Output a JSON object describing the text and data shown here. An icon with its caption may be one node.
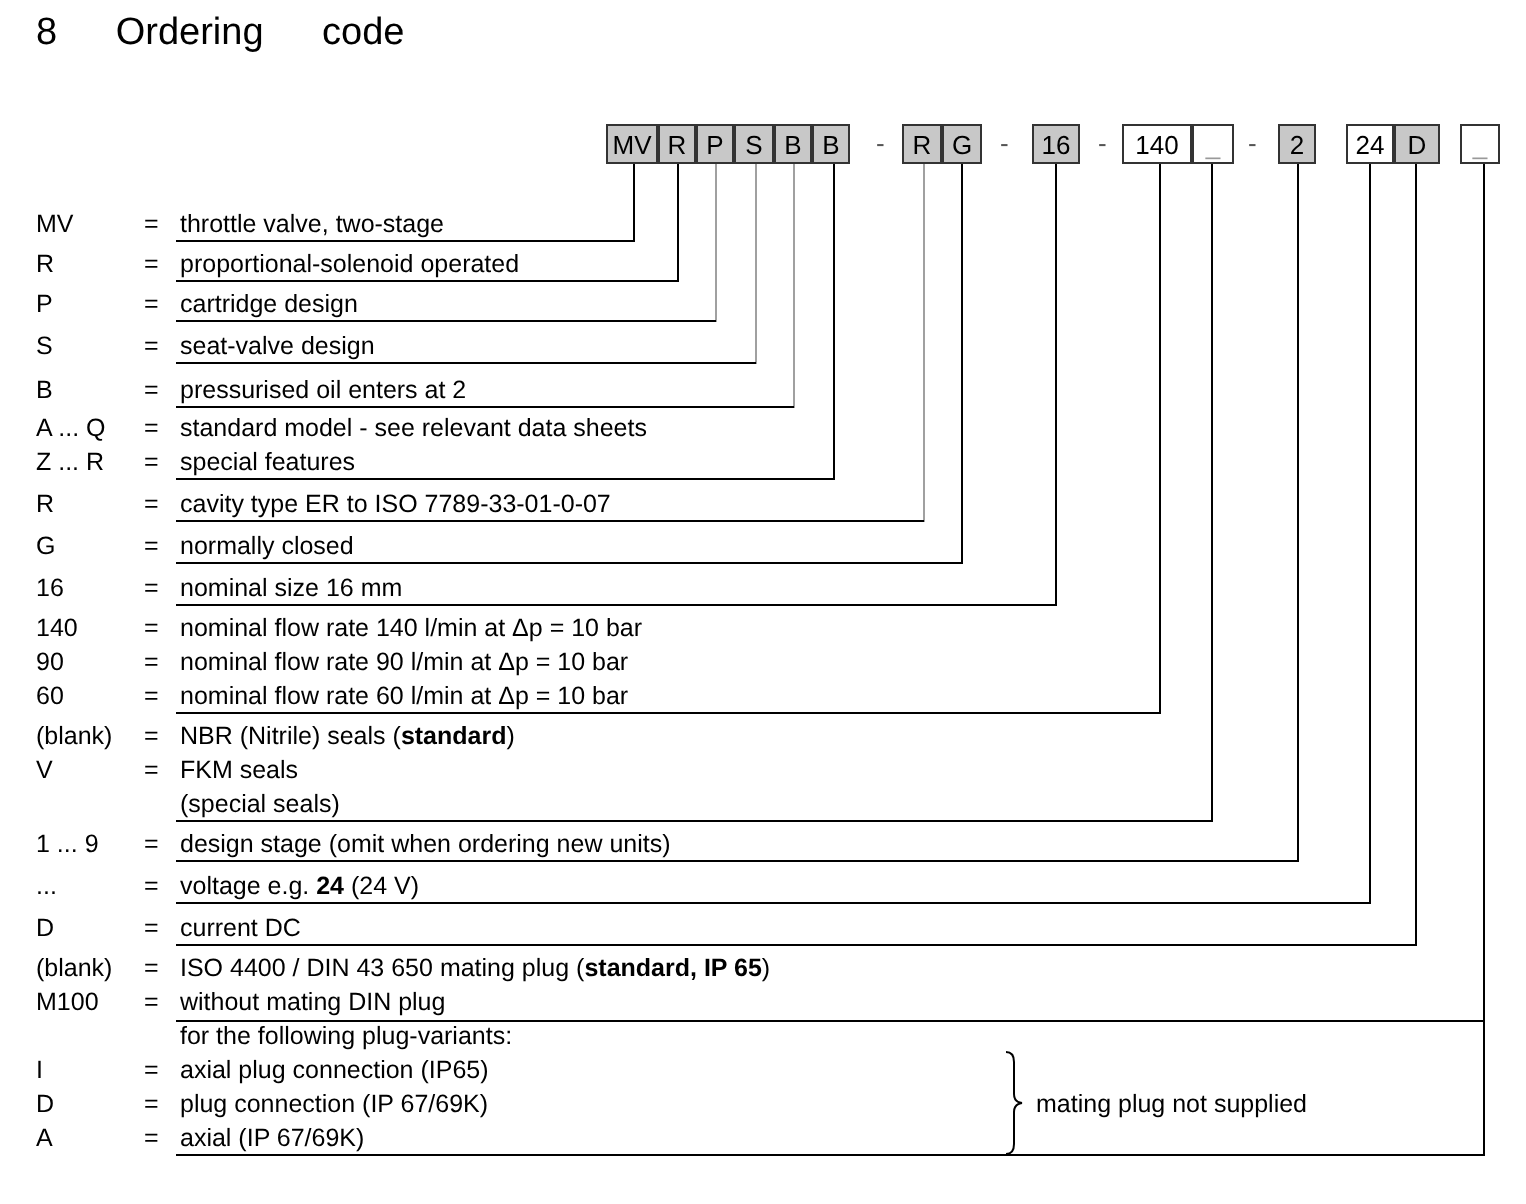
{
  "diagram": {
    "title": "8 Ordering code",
    "nodes": [
      {
        "text": [
          "MV"
        ]
      },
      {
        "text": [
          "R"
        ]
      },
      {
        "text": [
          "P"
        ]
      },
      {
        "text": [
          "S"
        ]
      },
      {
        "text": [
          "B"
        ]
      },
      {
        "text": [
          "B"
        ]
      },
      {
        "text": [
          "R"
        ]
      },
      {
        "text": [
          "G"
        ]
      },
      {
        "text": [
          "16"
        ]
      },
      {
        "text": [
          "140"
        ]
      },
      {
        "text": [
          "_"
        ]
      },
      {
        "text": [
          "2"
        ]
      },
      {
        "text": [
          "24"
        ]
      },
      {
        "text": [
          "D"
        ]
      },
      {
        "text": [
          "_"
        ]
      },
      {
        "text": [
          "MV",
          "=",
          "throttle valve, two-stage"
        ]
      },
      {
        "text": [
          "R",
          "=",
          "proportional-solenoid operated"
        ]
      },
      {
        "text": [
          "P",
          "=",
          "cartridge design"
        ]
      },
      {
        "text": [
          "S",
          "=",
          "seat-valve design"
        ]
      },
      {
        "text": [
          "B",
          "=",
          "pressurised oil enters at 2"
        ]
      },
      {
        "text": [
          "A ... Q",
          "=",
          "standard model - see relevant data sheets",
          "Z ... R",
          "=",
          "special features"
        ]
      },
      {
        "text": [
          "R",
          "=",
          "cavity type ER to ISO 7789-33-01-0-07"
        ]
      },
      {
        "text": [
          "G",
          "=",
          "normally closed"
        ]
      },
      {
        "text": [
          "16",
          "=",
          "nominal size 16 mm"
        ]
      },
      {
        "text": [
          "140",
          "=",
          "nominal flow rate 140 l/min at Δp = 10 bar",
          "90",
          "=",
          "nominal flow rate 90 l/min at Δp = 10 bar",
          "60",
          "=",
          "nominal flow rate 60 l/min at Δp = 10 bar"
        ]
      },
      {
        "text": [
          "(blank)",
          "=",
          "NBR (Nitrile) seals  (**standard**)",
          "V",
          "=",
          "FKM seals",
          "(special seals)"
        ]
      },
      {
        "text": [
          "1 ... 9",
          "=",
          "design stage (omit when ordering new units)"
        ]
      },
      {
        "text": [
          "...",
          "=",
          "voltage e.g. **24** (24 V)"
        ]
      },
      {
        "text": [
          "D",
          "=",
          "current  DC"
        ]
      },
      {
        "text": [
          "(blank)",
          "=",
          "ISO 4400 / DIN 43 650 mating plug (**standard, IP 65**)",
          "M100",
          "=",
          "without mating DIN plug",
          "for the following plug-variants:",
          "I",
          "=",
          "axial plug connection (IP65)",
          "D",
          "=",
          "plug connection (IP 67/69K)",
          "A",
          "=",
          "axial (IP 67/69K)",
          "mating plug not supplied"
        ]
      }
    ],
    "edges": [
      {
        "from": 0,
        "to": 15,
        "arrow": "none"
      },
      {
        "from": 1,
        "to": 16,
        "arrow": "none"
      },
      {
        "from": 2,
        "to": 17,
        "arrow": "none",
        "color": "#a0a0a0"
      },
      {
        "from": 3,
        "to": 18,
        "arrow": "none",
        "color": "#a0a0a0"
      },
      {
        "from": 4,
        "to": 19,
        "arrow": "none",
        "color": "#a0a0a0"
      },
      {
        "from": 5,
        "to": 20,
        "arrow": "none"
      },
      {
        "from": 6,
        "to": 21,
        "arrow": "none",
        "color": "#a0a0a0"
      },
      {
        "from": 7,
        "to": 22,
        "arrow": "none"
      },
      {
        "from": 8,
        "to": 23,
        "arrow": "none"
      },
      {
        "from": 9,
        "to": 24,
        "arrow": "none"
      },
      {
        "from": 10,
        "to": 25,
        "arrow": "none"
      },
      {
        "from": 11,
        "to": 26,
        "arrow": "none"
      },
      {
        "from": 12,
        "to": 27,
        "arrow": "none"
      },
      {
        "from": 13,
        "to": 28,
        "arrow": "none"
      },
      {
        "from": 14,
        "to": 29,
        "arrow": "none"
      }
    ],
    "labels": [
      "-",
      "-",
      "-",
      "-"
    ]
  }
}
